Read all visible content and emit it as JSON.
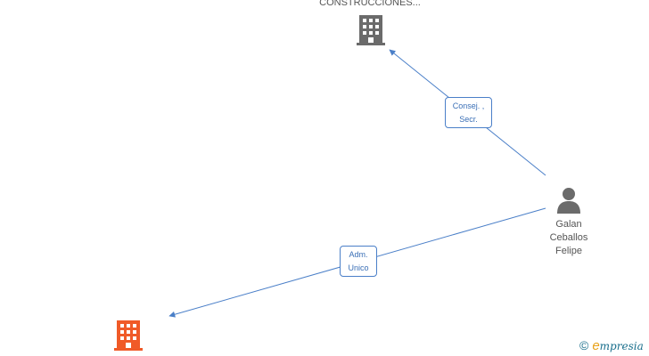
{
  "nodes": {
    "company_top": {
      "label": "CONSTRUCCIONES...",
      "icon": "building-icon",
      "color": "#6b6b6b"
    },
    "company_bottom": {
      "label": "",
      "icon": "building-icon",
      "color": "#f05a28"
    },
    "person": {
      "label_lines": [
        "Galan",
        "Ceballos",
        "Felipe"
      ],
      "icon": "person-icon",
      "color": "#6b6b6b"
    }
  },
  "edges": [
    {
      "from": "person",
      "to": "company_top",
      "label_lines": [
        "Consej. ,",
        "Secr."
      ]
    },
    {
      "from": "person",
      "to": "company_bottom",
      "label_lines": [
        "Adm.",
        "Unico"
      ]
    }
  ],
  "colors": {
    "edge": "#4a7fc8",
    "edge_text": "#3a6fb6"
  },
  "watermark": {
    "copyright": "©",
    "brand_initial": "e",
    "brand_rest": "mpresia"
  }
}
